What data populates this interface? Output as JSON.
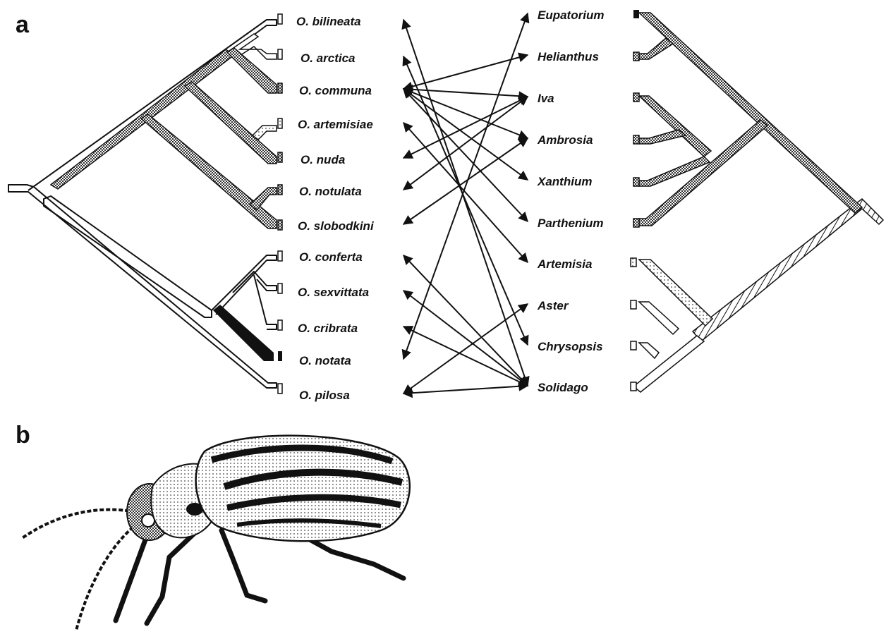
{
  "panels": {
    "a": "a",
    "b": "b"
  },
  "beetle_taxa": [
    "O. bilineata",
    "O. arctica",
    "O. communa",
    "O. artemisiae",
    "O. nuda",
    "O. notulata",
    "O. slobodkini",
    "O. conferta",
    "O. sexvittata",
    "O. cribrata",
    "O. notata",
    "O. pilosa"
  ],
  "host_taxa": [
    "Eupatorium",
    "Helianthus",
    "Iva",
    "Ambrosia",
    "Xanthium",
    "Parthenium",
    "Artemisia",
    "Aster",
    "Chrysopsis",
    "Solidago"
  ],
  "associations": [
    [
      "O. bilineata",
      "Solidago"
    ],
    [
      "O. arctica",
      "Chrysopsis"
    ],
    [
      "O. communa",
      "Helianthus"
    ],
    [
      "O. communa",
      "Iva"
    ],
    [
      "O. communa",
      "Ambrosia"
    ],
    [
      "O. communa",
      "Xanthium"
    ],
    [
      "O. communa",
      "Parthenium"
    ],
    [
      "O. artemisiae",
      "Artemisia"
    ],
    [
      "O. nuda",
      "Iva"
    ],
    [
      "O. notulata",
      "Iva"
    ],
    [
      "O. slobodkini",
      "Ambrosia"
    ],
    [
      "O. conferta",
      "Solidago"
    ],
    [
      "O. sexvittata",
      "Solidago"
    ],
    [
      "O. cribrata",
      "Solidago"
    ],
    [
      "O. notata",
      "Eupatorium"
    ],
    [
      "O. pilosa",
      "Aster"
    ],
    [
      "O. pilosa",
      "Solidago"
    ]
  ],
  "colors": {
    "ink": "#111111",
    "stipple": "#555555"
  }
}
